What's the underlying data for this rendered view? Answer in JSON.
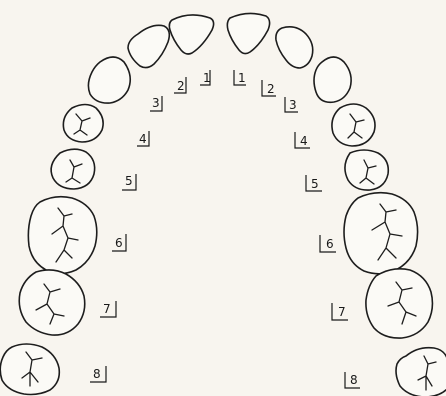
{
  "upper_right": [
    {
      "number": "1",
      "tooth": "central-incisor"
    },
    {
      "number": "2",
      "tooth": "lateral-incisor"
    },
    {
      "number": "3",
      "tooth": "canine"
    },
    {
      "number": "4",
      "tooth": "first-premolar"
    },
    {
      "number": "5",
      "tooth": "second-premolar"
    },
    {
      "number": "6",
      "tooth": "first-molar"
    },
    {
      "number": "7",
      "tooth": "second-molar"
    },
    {
      "number": "8",
      "tooth": "third-molar"
    }
  ],
  "upper_left": [
    {
      "number": "1",
      "tooth": "central-incisor"
    },
    {
      "number": "2",
      "tooth": "lateral-incisor"
    },
    {
      "number": "3",
      "tooth": "canine"
    },
    {
      "number": "4",
      "tooth": "first-premolar"
    },
    {
      "number": "5",
      "tooth": "second-premolar"
    },
    {
      "number": "6",
      "tooth": "first-molar"
    },
    {
      "number": "7",
      "tooth": "second-molar"
    },
    {
      "number": "8",
      "tooth": "third-molar"
    }
  ],
  "colors": {
    "ink": "#1d1d1d",
    "paper": "#f8f5ef",
    "tooth_fill": "#fbfaf6"
  }
}
